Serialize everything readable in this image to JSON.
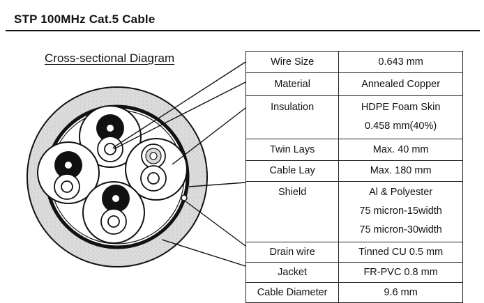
{
  "page": {
    "title": "STP 100MHz Cat.5 Cable",
    "diagram_heading": "Cross-sectional Diagram"
  },
  "specs": [
    {
      "label": "Wire Size",
      "value": [
        "0.643 mm"
      ]
    },
    {
      "label": "Material",
      "value": [
        "Annealed Copper"
      ]
    },
    {
      "label": "Insulation",
      "value": [
        "HDPE Foam Skin",
        "0.458 mm(40%)"
      ]
    },
    {
      "label": "Twin Lays",
      "value": [
        "Max. 40 mm"
      ]
    },
    {
      "label": "Cable Lay",
      "value": [
        "Max. 180 mm"
      ]
    },
    {
      "label": "Shield",
      "value": [
        "Al & Polyester",
        "75 micron-15width",
        "75 micron-30width"
      ]
    },
    {
      "label": "Drain wire",
      "value": [
        "Tinned CU  0.5 mm"
      ]
    },
    {
      "label": "Jacket",
      "value": [
        "FR-PVC  0.8 mm"
      ]
    },
    {
      "label": "Cable Diameter",
      "value": [
        "9.6 mm"
      ]
    }
  ],
  "colors": {
    "ink": "#111111",
    "jacket_fill": "#d9d9d9",
    "background": "#ffffff"
  }
}
